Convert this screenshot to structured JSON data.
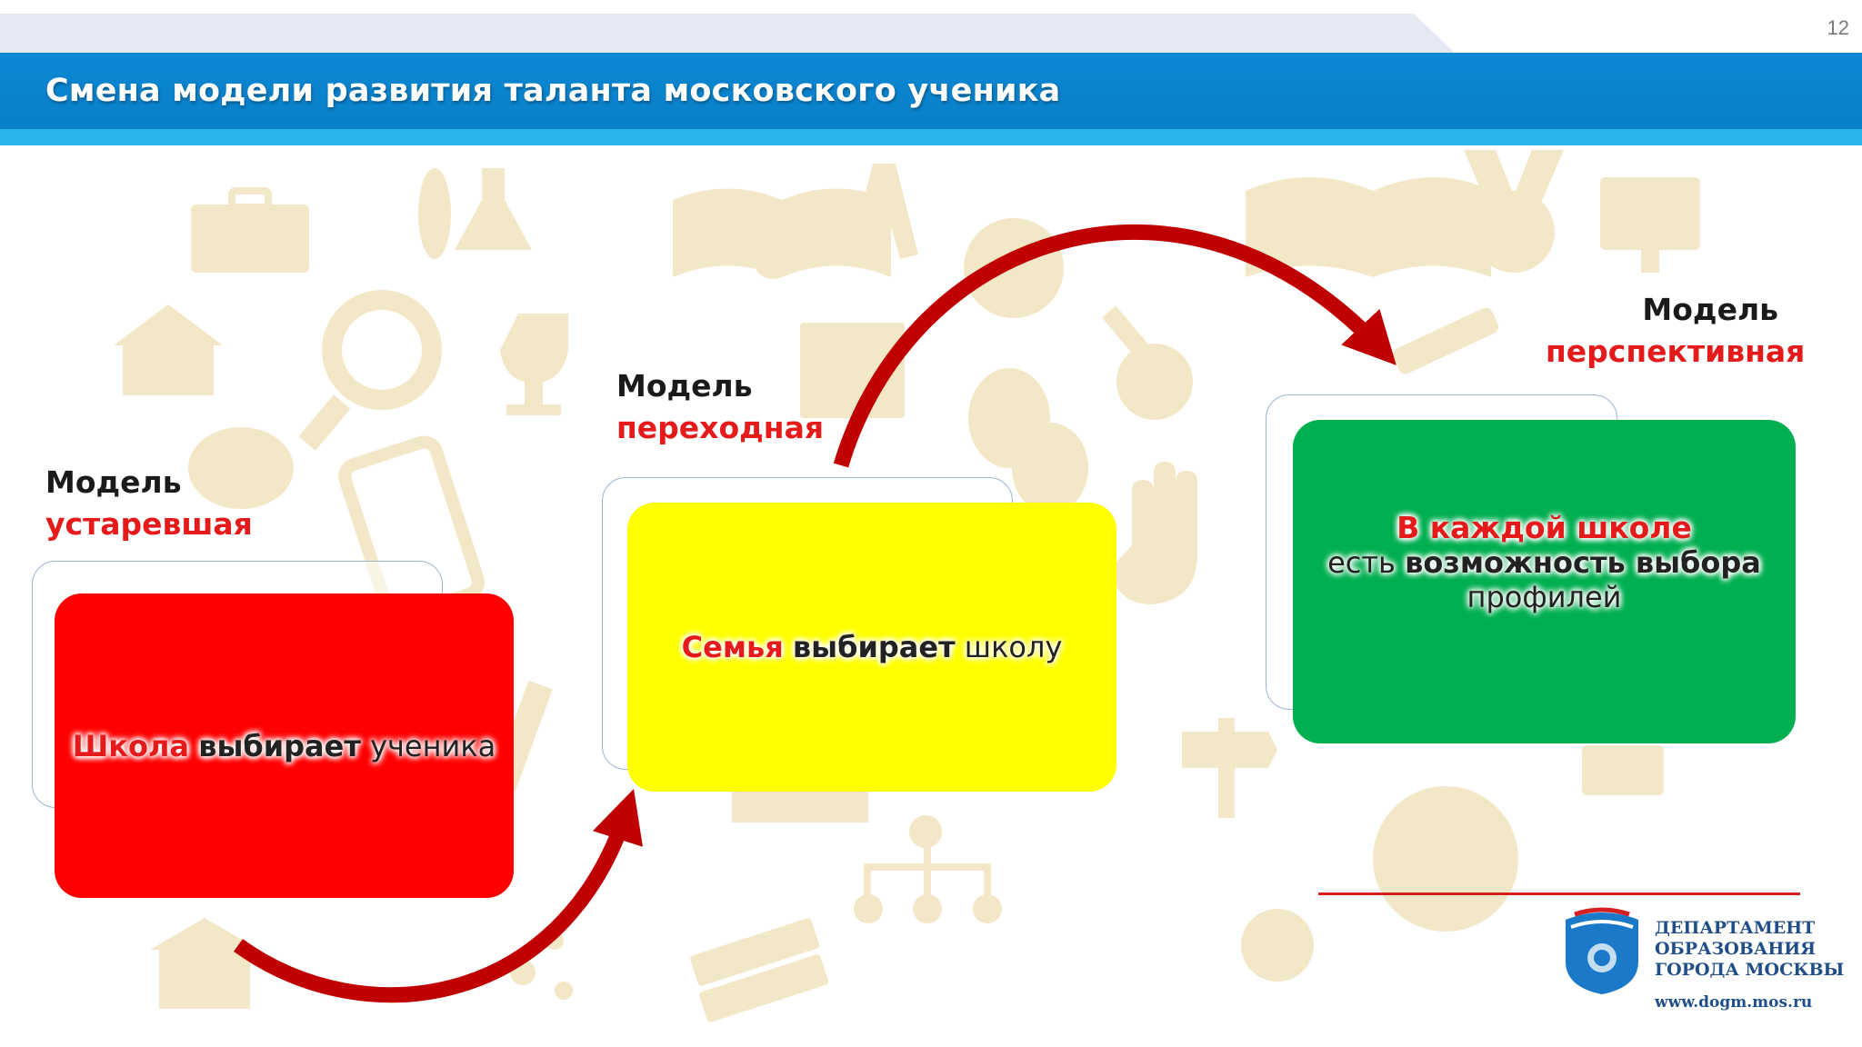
{
  "slide": {
    "page_number": "12",
    "title": "Смена модели развития таланта московского ученика"
  },
  "models": [
    {
      "label_top": "Модель",
      "label_bottom": "устаревшая",
      "color": "#ff0000",
      "text_red": "Школа",
      "text_bold": "выбирает",
      "text_plain": "ученика"
    },
    {
      "label_top": "Модель",
      "label_bottom": "переходная",
      "color": "#ffff00",
      "text_red": "Семья",
      "text_bold": "выбирает",
      "text_plain": "школу"
    },
    {
      "label_top": "Модель",
      "label_bottom": "перспективная",
      "color": "#00b050",
      "text_red": "В каждой школе",
      "text_plain_1": "есть",
      "text_bold": "возможность выбора",
      "text_plain_2": "профилей"
    }
  ],
  "footer": {
    "department_lines": [
      "ДЕПАРТАМЕНТ",
      "ОБРАЗОВАНИЯ",
      "ГОРОДА МОСКВЫ"
    ],
    "website": "www.dogm.mos.ru"
  },
  "colors": {
    "title_bar": "#0a7fc9",
    "accent_red": "#e51b1b",
    "arrow": "#c00000",
    "background_icons": "#f1e7c6"
  }
}
